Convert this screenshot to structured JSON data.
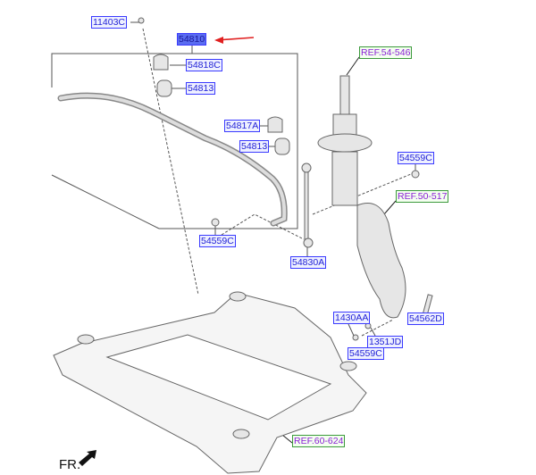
{
  "parts": {
    "p11403C": "11403C",
    "p54810": "54810",
    "p54818C": "54818C",
    "p54813a": "54813",
    "p54817A": "54817A",
    "p54813b": "54813",
    "p54559C_left": "54559C",
    "p54830A": "54830A",
    "p54559C_right": "54559C",
    "p1430AA": "1430AA",
    "p54562D": "54562D",
    "p1351JD": "1351JD",
    "p54559C_bottom": "54559C"
  },
  "refs": {
    "r54_546": "REF.54-546",
    "r50_517": "REF.50-517",
    "r60_624": "REF.60-624"
  },
  "direction_label": "FR.",
  "colors": {
    "label_border": "#3a3aff",
    "label_text": "#1f1fd6",
    "selected_fill": "#5a6cf0",
    "ref_border": "#3c9a3c",
    "ref_text": "#8a1fd6",
    "arrow": "#e02020"
  }
}
